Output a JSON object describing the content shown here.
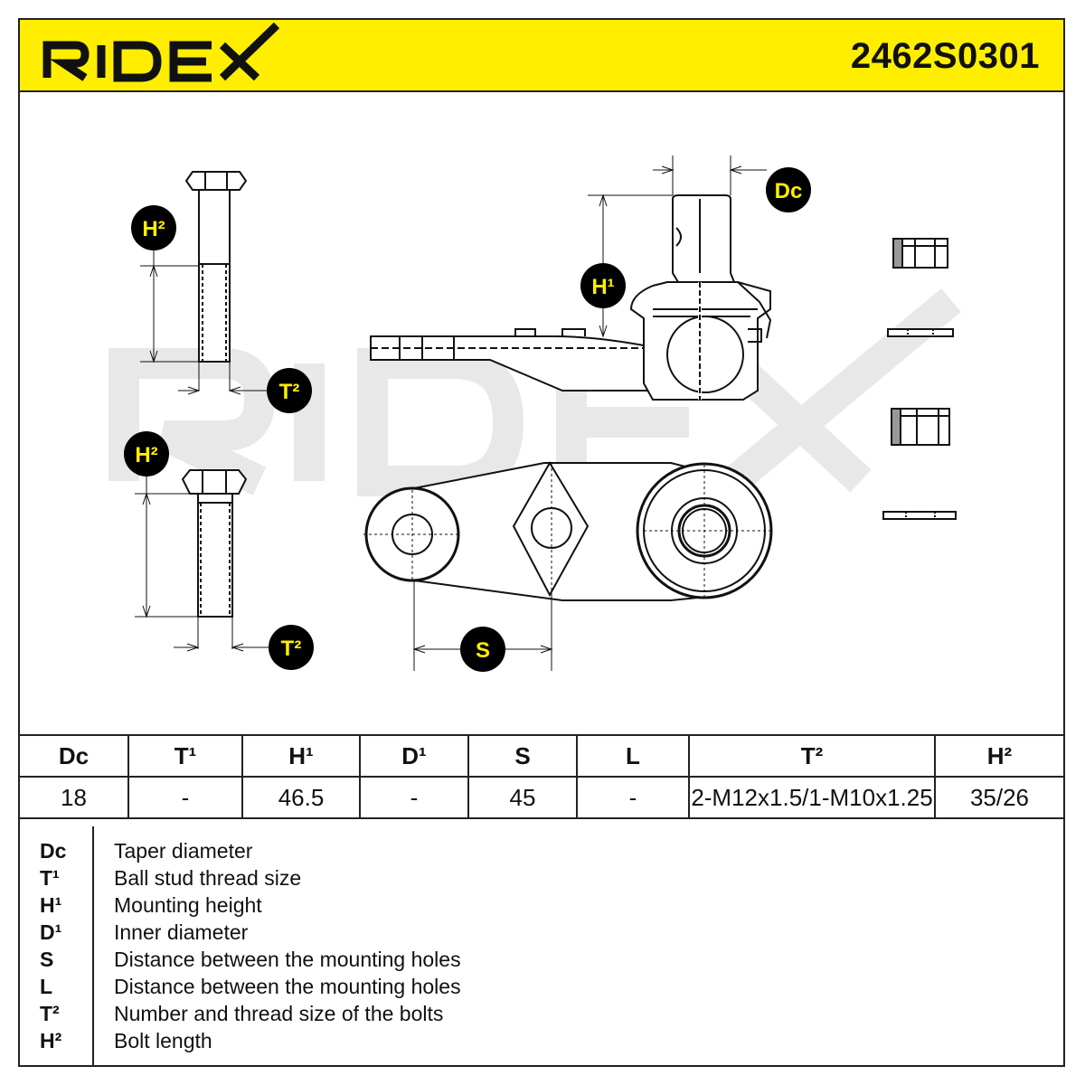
{
  "header": {
    "brand": "RIDEX",
    "part_number": "2462S0301"
  },
  "drawing_labels": {
    "dc": "Dc",
    "h1": "H¹",
    "h2_upper": "H²",
    "h2_lower": "H²",
    "t2_upper": "T²",
    "t2_lower": "T²",
    "s": "S"
  },
  "colors": {
    "header_bg": "#ffee00",
    "label_bg": "#000000",
    "label_text": "#ffee00"
  },
  "table": {
    "headers": [
      "Dc",
      "T¹",
      "H¹",
      "D¹",
      "S",
      "L",
      "T²",
      "H²"
    ],
    "values": [
      "18",
      "-",
      "46.5",
      "-",
      "45",
      "-",
      "2-M12x1.5/1-M10x1.25",
      "35/26"
    ]
  },
  "legend": [
    {
      "key": "Dc",
      "desc": "Taper diameter"
    },
    {
      "key": "T¹",
      "desc": "Ball stud thread size"
    },
    {
      "key": "H¹",
      "desc": "Mounting height"
    },
    {
      "key": "D¹",
      "desc": "Inner diameter"
    },
    {
      "key": "S",
      "desc": "Distance between the mounting holes"
    },
    {
      "key": "L",
      "desc": "Distance between the mounting holes"
    },
    {
      "key": "T²",
      "desc": "Number and thread size of the bolts"
    },
    {
      "key": "H²",
      "desc": "Bolt length"
    }
  ]
}
